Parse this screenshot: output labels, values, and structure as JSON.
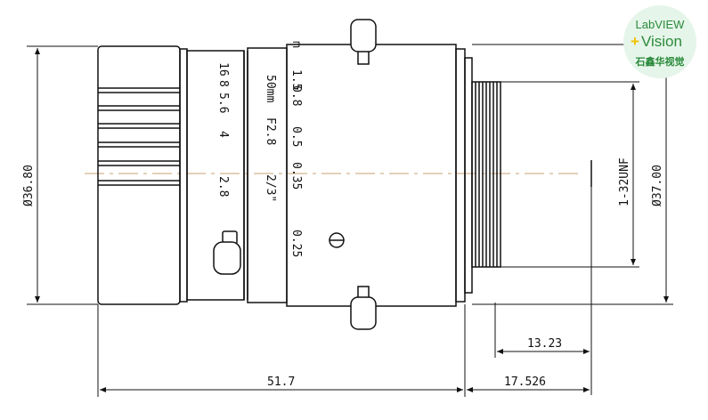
{
  "dimensions": {
    "overall_diameter": "Ø36.80",
    "mount_diameter": "Ø37.00",
    "thread": "1-32UNF",
    "back_flange": "13.23",
    "flange_distance": "17.526",
    "body_length": "51.7"
  },
  "lens_markings": {
    "aperture_scale": [
      "16",
      "8",
      "5.6",
      "4",
      "2.8"
    ],
    "lens_name": [
      "50mm",
      "F2.8",
      "2/3\""
    ],
    "focus_unit": "m",
    "focus_scale": [
      "1.5",
      "0.8",
      "0.5",
      "0.35",
      "0.25"
    ]
  },
  "logo": {
    "line1": "LabVIEW",
    "plus": "+",
    "line2": "Vision",
    "line3": "石鑫华视觉"
  },
  "colors": {
    "line": "#111111",
    "centerline": "#c8a070",
    "logo_green": "#2a8a3a",
    "logo_bg": "#e6f5ea"
  }
}
